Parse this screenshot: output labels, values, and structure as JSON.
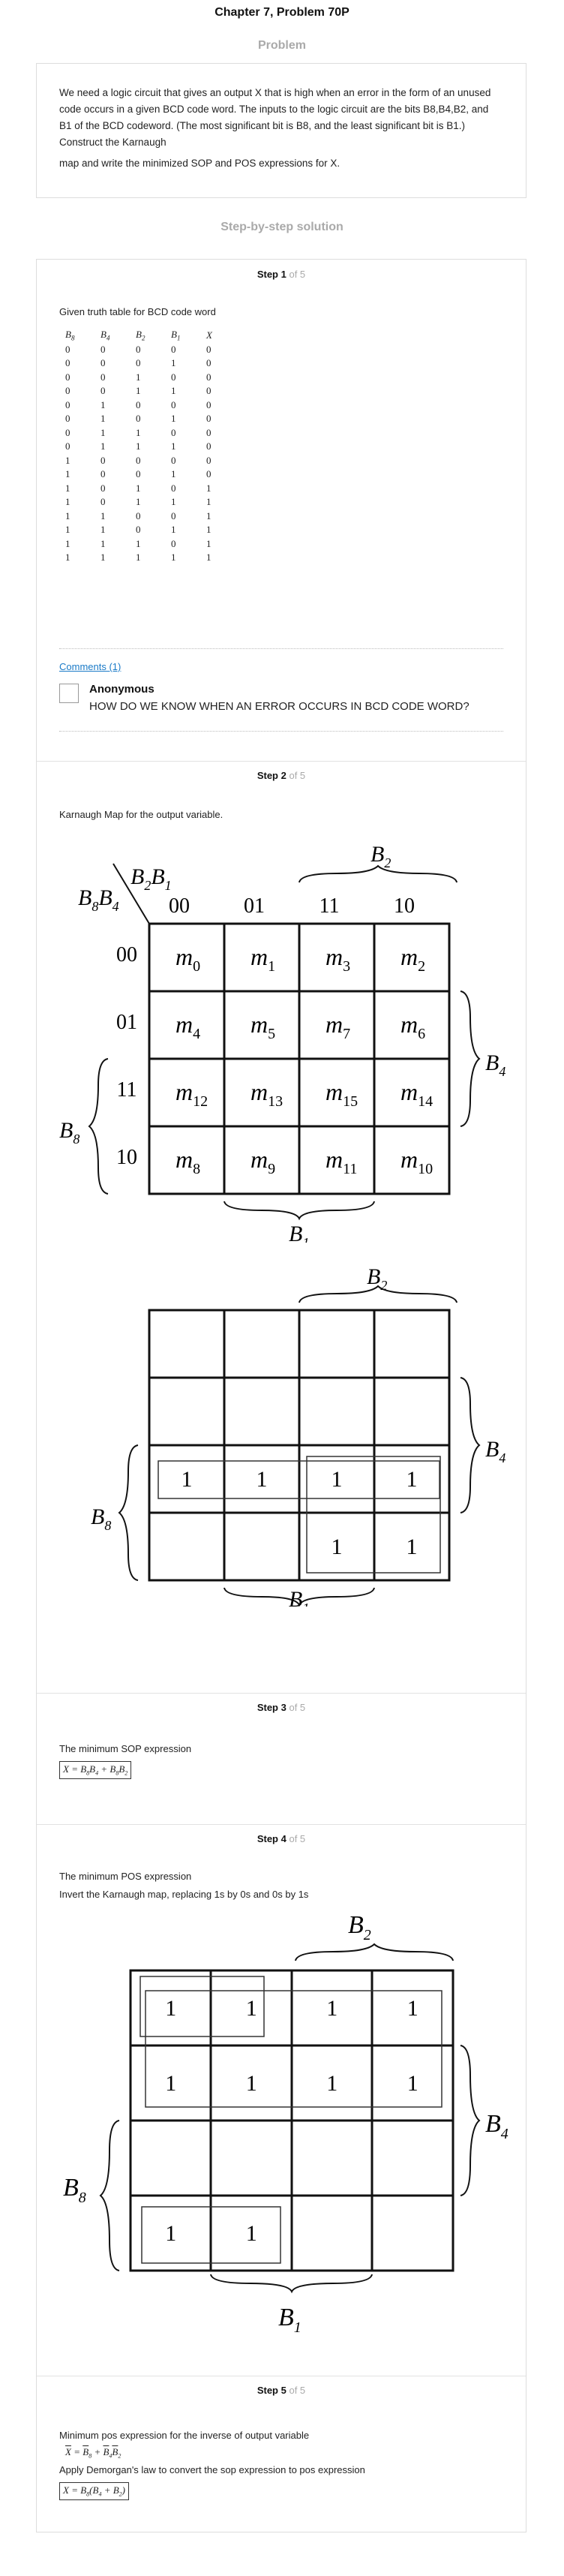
{
  "title": "Chapter 7, Problem 70P",
  "problem_header": "Problem",
  "problem_text_1": "We need a logic circuit that gives an output X that is high when an error in the form of an unused code occurs in a given BCD code word. The inputs to the logic circuit are the bits B8,B4,B2, and B1 of the BCD codeword. (The most significant bit is B8, and the least significant bit is B1.) Construct the Karnaugh",
  "problem_text_2": "map and write the minimized SOP and POS expressions for X.",
  "solution_header": "Step-by-step solution",
  "steps": [
    {
      "label": "Step 1",
      "of": "of 5"
    },
    {
      "label": "Step 2",
      "of": "of 5"
    },
    {
      "label": "Step 3",
      "of": "of 5"
    },
    {
      "label": "Step 4",
      "of": "of 5"
    },
    {
      "label": "Step 5",
      "of": "of 5"
    }
  ],
  "step1": {
    "intro": "Given truth table for BCD code word",
    "headers": [
      "B8",
      "B4",
      "B2",
      "B1",
      "X"
    ],
    "rows": [
      [
        "0",
        "0",
        "0",
        "0",
        "0"
      ],
      [
        "0",
        "0",
        "0",
        "1",
        "0"
      ],
      [
        "0",
        "0",
        "1",
        "0",
        "0"
      ],
      [
        "0",
        "0",
        "1",
        "1",
        "0"
      ],
      [
        "0",
        "1",
        "0",
        "0",
        "0"
      ],
      [
        "0",
        "1",
        "0",
        "1",
        "0"
      ],
      [
        "0",
        "1",
        "1",
        "0",
        "0"
      ],
      [
        "0",
        "1",
        "1",
        "1",
        "0"
      ],
      [
        "1",
        "0",
        "0",
        "0",
        "0"
      ],
      [
        "1",
        "0",
        "0",
        "1",
        "0"
      ],
      [
        "1",
        "0",
        "1",
        "0",
        "1"
      ],
      [
        "1",
        "0",
        "1",
        "1",
        "1"
      ],
      [
        "1",
        "1",
        "0",
        "0",
        "1"
      ],
      [
        "1",
        "1",
        "0",
        "1",
        "1"
      ],
      [
        "1",
        "1",
        "1",
        "0",
        "1"
      ],
      [
        "1",
        "1",
        "1",
        "1",
        "1"
      ]
    ],
    "comments_link": "Comments (1)",
    "comment_author": "Anonymous",
    "comment_text": "HOW DO WE KNOW WHEN AN ERROR OCCURS IN BCD CODE WORD?"
  },
  "step2": {
    "intro": "Karnaugh Map for the output variable.",
    "col_codes": [
      "00",
      "01",
      "11",
      "10"
    ],
    "row_codes": [
      "00",
      "01",
      "11",
      "10"
    ],
    "minterms": [
      [
        "0",
        "1",
        "3",
        "2"
      ],
      [
        "4",
        "5",
        "7",
        "6"
      ],
      [
        "12",
        "13",
        "15",
        "14"
      ],
      [
        "8",
        "9",
        "11",
        "10"
      ]
    ],
    "map2_rows": [
      [
        "",
        "",
        "",
        ""
      ],
      [
        "",
        "",
        "",
        ""
      ],
      [
        "1",
        "1",
        "1",
        "1"
      ],
      [
        "",
        "",
        "1",
        "1"
      ]
    ]
  },
  "step3": {
    "intro": "The minimum SOP expression",
    "expr": "X = B8B4 + B8B2"
  },
  "step4": {
    "intro": "The minimum POS expression",
    "line2": "Invert the Karnaugh map, replacing 1s by 0s and 0s by 1s",
    "map_rows": [
      [
        "1",
        "1",
        "1",
        "1"
      ],
      [
        "1",
        "1",
        "1",
        "1"
      ],
      [
        "",
        "",
        "",
        ""
      ],
      [
        "1",
        "1",
        "",
        ""
      ]
    ]
  },
  "step5": {
    "intro": "Minimum pos expression for the inverse of output variable",
    "expr1": "X̄ = B̄8 + B̄4B̄2",
    "line2": "Apply Demorgan's law to convert the sop expression to pos expression",
    "expr2": "X = B8(B4 + B2)"
  },
  "labels": {
    "B1": "B",
    "B2": "B",
    "B4": "B",
    "B8": "B"
  }
}
